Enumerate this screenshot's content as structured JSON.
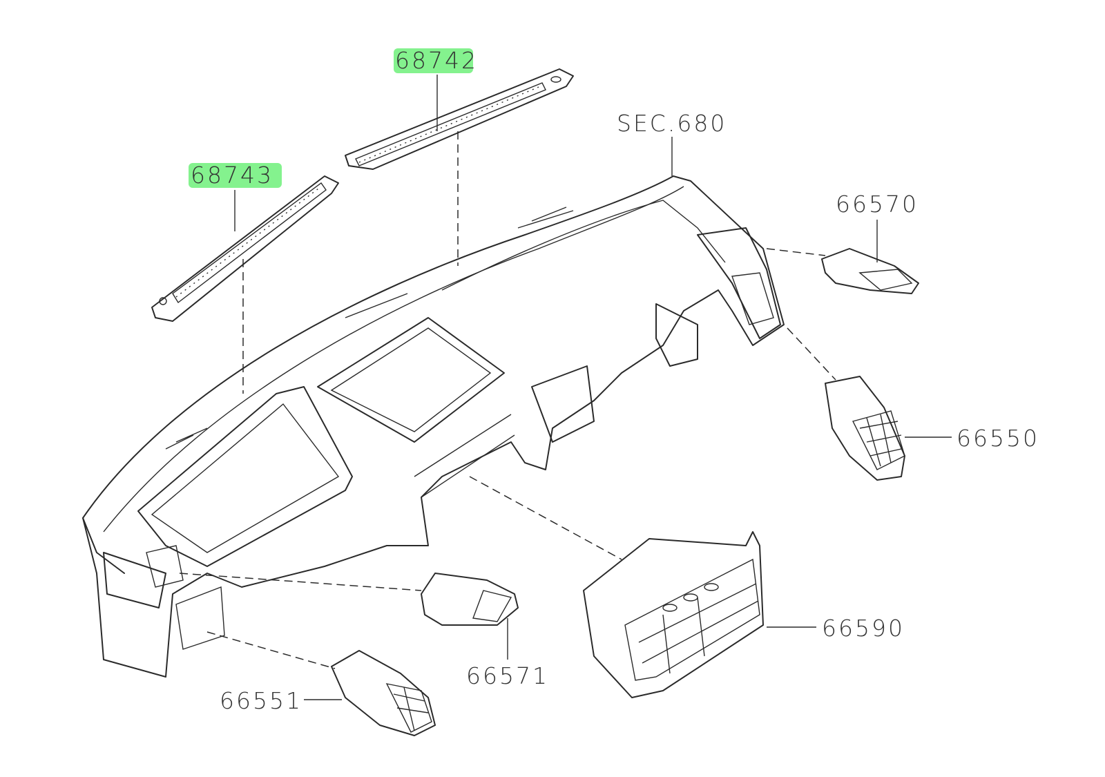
{
  "diagram": {
    "labels": {
      "p68742": "68742",
      "p68743": "68743",
      "sec680": "SEC.680",
      "p66570": "66570",
      "p66550": "66550",
      "p66590": "66590",
      "p66571": "66571",
      "p66551": "66551"
    },
    "highlighted_parts": [
      "68742",
      "68743"
    ],
    "highlight_color": "#6ff07a"
  }
}
